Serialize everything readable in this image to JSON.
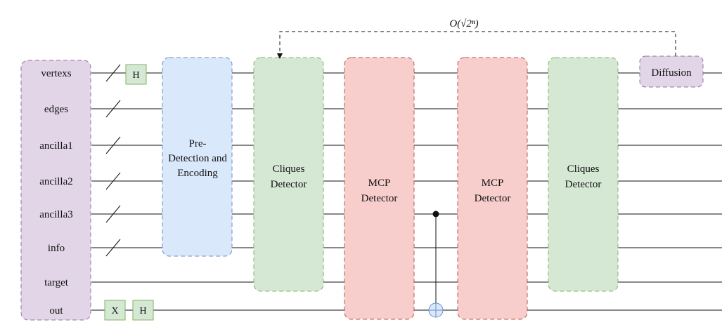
{
  "registers": [
    "vertexs",
    "edges",
    "ancilla1",
    "ancilla2",
    "ancilla3",
    "info",
    "target",
    "out"
  ],
  "gates": {
    "h_vertexs": "H",
    "x_out": "X",
    "h_out": "H"
  },
  "blocks": {
    "pre_detection": [
      "Pre-",
      "Detection and",
      "Encoding"
    ],
    "cliques1": [
      "Cliques",
      "Detector"
    ],
    "mcp1": [
      "MCP",
      "Detector"
    ],
    "mcp2": [
      "MCP",
      "Detector"
    ],
    "cliques2": [
      "Cliques",
      "Detector"
    ],
    "diffusion": "Diffusion"
  },
  "loop_label": "O(√2ⁿ)",
  "colors": {
    "register_box": "#e1d5e7",
    "register_border": "#9673a6",
    "pre_detection": "#dae8fc",
    "pre_detection_border": "#6c8ebf",
    "cliques": "#d5e8d4",
    "cliques_border": "#82b366",
    "mcp": "#f8cecc",
    "mcp_border": "#b85450",
    "diffusion": "#e1d5e7",
    "diffusion_border": "#9673a6",
    "gate": "#d5e8d4",
    "gate_border": "#82b366",
    "target_fill": "#dae8fc",
    "target_border": "#6c8ebf"
  }
}
